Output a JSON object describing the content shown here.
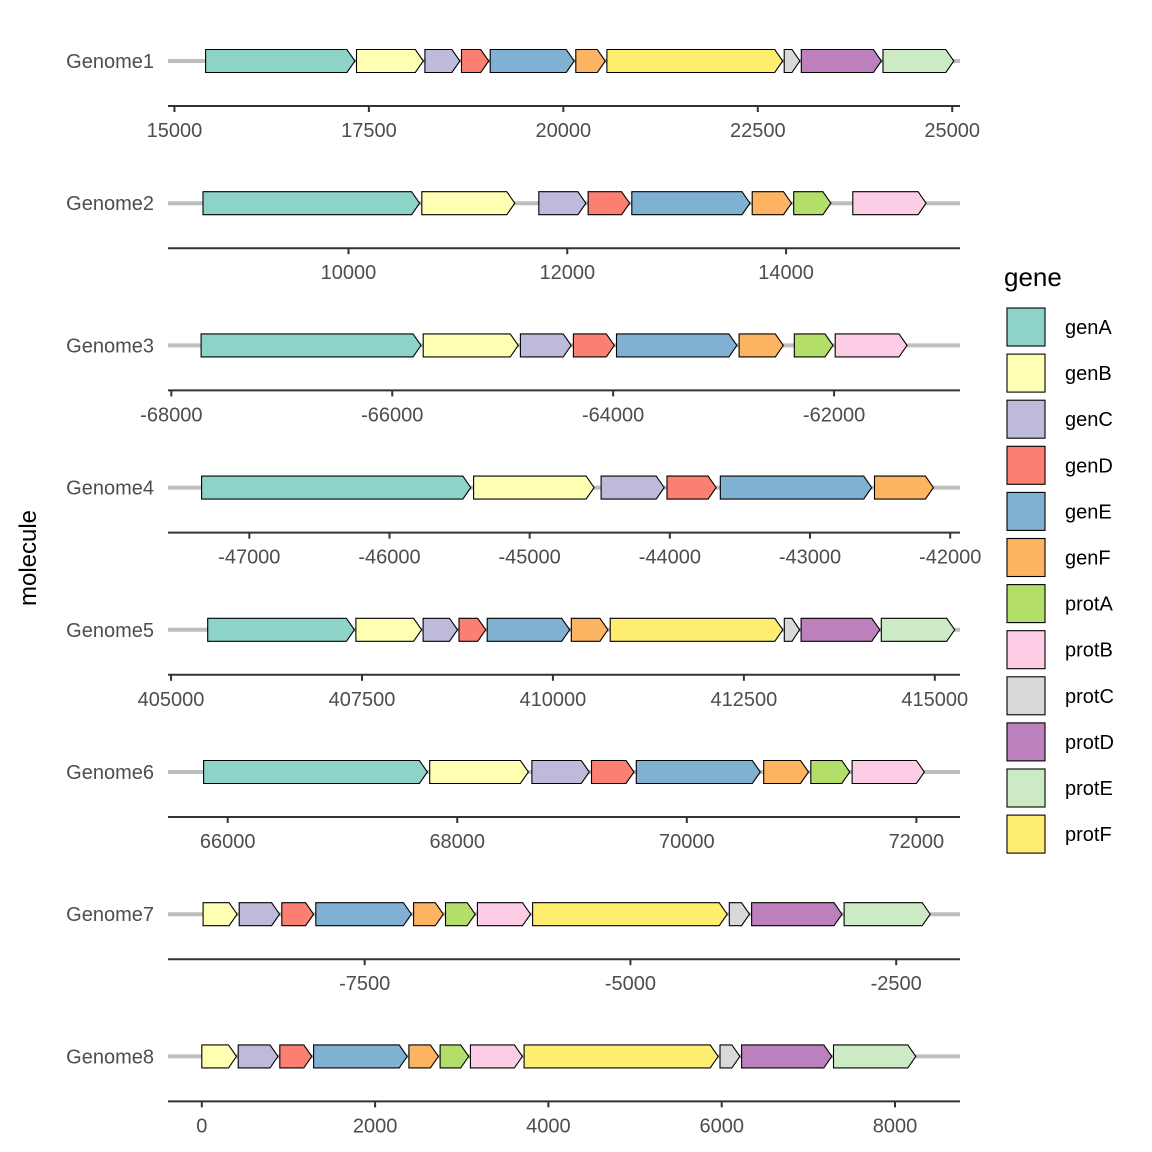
{
  "chart_data": {
    "type": "gene-arrow-map",
    "ylabel": "molecule",
    "legend": {
      "title": "gene",
      "position": "right",
      "entries": [
        {
          "name": "genA",
          "color": "#8DD3C7"
        },
        {
          "name": "genB",
          "color": "#FFFFB3"
        },
        {
          "name": "genC",
          "color": "#BEBADA"
        },
        {
          "name": "genD",
          "color": "#FB8072"
        },
        {
          "name": "genE",
          "color": "#80B1D3"
        },
        {
          "name": "genF",
          "color": "#FDB462"
        },
        {
          "name": "protA",
          "color": "#B3DE69"
        },
        {
          "name": "protB",
          "color": "#FCCDE5"
        },
        {
          "name": "protC",
          "color": "#D9D9D9"
        },
        {
          "name": "protD",
          "color": "#BC80BD"
        },
        {
          "name": "protE",
          "color": "#CCEBC5"
        },
        {
          "name": "protF",
          "color": "#FFED6F"
        }
      ]
    },
    "molecules": [
      {
        "name": "Genome1",
        "xlim": [
          14917,
          25100
        ],
        "ticks": [
          15000,
          17500,
          20000,
          22500,
          25000
        ],
        "tick_labels": [
          "15000",
          "17500",
          "20000",
          "22500",
          "25000"
        ],
        "genes": [
          {
            "gene": "genA",
            "start": 15400,
            "end": 17320
          },
          {
            "gene": "genB",
            "start": 17340,
            "end": 18200
          },
          {
            "gene": "genC",
            "start": 18220,
            "end": 18670
          },
          {
            "gene": "genD",
            "start": 18690,
            "end": 19040
          },
          {
            "gene": "genE",
            "start": 19060,
            "end": 20140
          },
          {
            "gene": "genF",
            "start": 20160,
            "end": 20540
          },
          {
            "gene": "protF",
            "start": 20560,
            "end": 22820
          },
          {
            "gene": "protC",
            "start": 22840,
            "end": 23040
          },
          {
            "gene": "protD",
            "start": 23060,
            "end": 24090
          },
          {
            "gene": "protE",
            "start": 24110,
            "end": 25020
          }
        ]
      },
      {
        "name": "Genome2",
        "xlim": [
          8350,
          15590
        ],
        "ticks": [
          10000,
          12000,
          14000
        ],
        "tick_labels": [
          "10000",
          "12000",
          "14000"
        ],
        "genes": [
          {
            "gene": "genA",
            "start": 8670,
            "end": 10650
          },
          {
            "gene": "genB",
            "start": 10670,
            "end": 11520
          },
          {
            "gene": "genC",
            "start": 11740,
            "end": 12170
          },
          {
            "gene": "genD",
            "start": 12190,
            "end": 12570
          },
          {
            "gene": "genE",
            "start": 12590,
            "end": 13670
          },
          {
            "gene": "genF",
            "start": 13690,
            "end": 14050
          },
          {
            "gene": "protA",
            "start": 14070,
            "end": 14410
          },
          {
            "gene": "protB",
            "start": 14610,
            "end": 15280
          }
        ]
      },
      {
        "name": "Genome3",
        "xlim": [
          -68030,
          -60860
        ],
        "ticks": [
          -68000,
          -66000,
          -64000,
          -62000
        ],
        "tick_labels": [
          "-68000",
          "-66000",
          "-64000",
          "-62000"
        ],
        "genes": [
          {
            "gene": "genA",
            "start": -67730,
            "end": -65740
          },
          {
            "gene": "genB",
            "start": -65720,
            "end": -64860
          },
          {
            "gene": "genC",
            "start": -64840,
            "end": -64380
          },
          {
            "gene": "genD",
            "start": -64360,
            "end": -63990
          },
          {
            "gene": "genE",
            "start": -63970,
            "end": -62880
          },
          {
            "gene": "genF",
            "start": -62860,
            "end": -62460
          },
          {
            "gene": "protA",
            "start": -62360,
            "end": -62010
          },
          {
            "gene": "protB",
            "start": -61990,
            "end": -61340
          }
        ]
      },
      {
        "name": "Genome4",
        "xlim": [
          -47580,
          -41930
        ],
        "ticks": [
          -47000,
          -46000,
          -45000,
          -44000,
          -43000,
          -42000
        ],
        "tick_labels": [
          "-47000",
          "-46000",
          "-45000",
          "-44000",
          "-43000",
          "-42000"
        ],
        "genes": [
          {
            "gene": "genA",
            "start": -47340,
            "end": -45420
          },
          {
            "gene": "genB",
            "start": -45400,
            "end": -44540
          },
          {
            "gene": "genC",
            "start": -44490,
            "end": -44040
          },
          {
            "gene": "genD",
            "start": -44020,
            "end": -43670
          },
          {
            "gene": "genE",
            "start": -43640,
            "end": -42560
          },
          {
            "gene": "genF",
            "start": -42540,
            "end": -42120
          }
        ]
      },
      {
        "name": "Genome5",
        "xlim": [
          404960,
          415330
        ],
        "ticks": [
          405000,
          407500,
          410000,
          412500,
          415000
        ],
        "tick_labels": [
          "405000",
          "407500",
          "410000",
          "412500",
          "415000"
        ],
        "genes": [
          {
            "gene": "genA",
            "start": 405480,
            "end": 407400
          },
          {
            "gene": "genB",
            "start": 407420,
            "end": 408280
          },
          {
            "gene": "genC",
            "start": 408300,
            "end": 408750
          },
          {
            "gene": "genD",
            "start": 408770,
            "end": 409120
          },
          {
            "gene": "genE",
            "start": 409140,
            "end": 410220
          },
          {
            "gene": "genF",
            "start": 410240,
            "end": 410720
          },
          {
            "gene": "protF",
            "start": 410750,
            "end": 413010
          },
          {
            "gene": "protC",
            "start": 413030,
            "end": 413230
          },
          {
            "gene": "protD",
            "start": 413250,
            "end": 414280
          },
          {
            "gene": "protE",
            "start": 414300,
            "end": 415260
          }
        ]
      },
      {
        "name": "Genome6",
        "xlim": [
          65480,
          72380
        ],
        "ticks": [
          66000,
          68000,
          70000,
          72000
        ],
        "tick_labels": [
          "66000",
          "68000",
          "70000",
          "72000"
        ],
        "genes": [
          {
            "gene": "genA",
            "start": 65790,
            "end": 67740
          },
          {
            "gene": "genB",
            "start": 67760,
            "end": 68620
          },
          {
            "gene": "genC",
            "start": 68650,
            "end": 69150
          },
          {
            "gene": "genD",
            "start": 69170,
            "end": 69540
          },
          {
            "gene": "genE",
            "start": 69560,
            "end": 70640
          },
          {
            "gene": "genF",
            "start": 70670,
            "end": 71060
          },
          {
            "gene": "protA",
            "start": 71080,
            "end": 71420
          },
          {
            "gene": "protB",
            "start": 71440,
            "end": 72070
          }
        ]
      },
      {
        "name": "Genome7",
        "xlim": [
          -9350,
          -1900
        ],
        "ticks": [
          -7500,
          -5000,
          -2500
        ],
        "tick_labels": [
          "-7500",
          "-5000",
          "-2500"
        ],
        "genes": [
          {
            "gene": "genB",
            "start": -9020,
            "end": -8700
          },
          {
            "gene": "genC",
            "start": -8680,
            "end": -8300
          },
          {
            "gene": "genD",
            "start": -8280,
            "end": -7980
          },
          {
            "gene": "genE",
            "start": -7960,
            "end": -7060
          },
          {
            "gene": "genF",
            "start": -7040,
            "end": -6760
          },
          {
            "gene": "protA",
            "start": -6740,
            "end": -6460
          },
          {
            "gene": "protB",
            "start": -6440,
            "end": -5940
          },
          {
            "gene": "protF",
            "start": -5920,
            "end": -4090
          },
          {
            "gene": "protC",
            "start": -4070,
            "end": -3880
          },
          {
            "gene": "protD",
            "start": -3860,
            "end": -3010
          },
          {
            "gene": "protE",
            "start": -2990,
            "end": -2180
          }
        ]
      },
      {
        "name": "Genome8",
        "xlim": [
          -390,
          8750
        ],
        "ticks": [
          0,
          2000,
          4000,
          6000,
          8000
        ],
        "tick_labels": [
          "0",
          "2000",
          "4000",
          "6000",
          "8000"
        ],
        "genes": [
          {
            "gene": "genB",
            "start": 0,
            "end": 400
          },
          {
            "gene": "genC",
            "start": 420,
            "end": 880
          },
          {
            "gene": "genD",
            "start": 900,
            "end": 1270
          },
          {
            "gene": "genE",
            "start": 1290,
            "end": 2370
          },
          {
            "gene": "genF",
            "start": 2390,
            "end": 2730
          },
          {
            "gene": "protA",
            "start": 2750,
            "end": 3080
          },
          {
            "gene": "protB",
            "start": 3100,
            "end": 3700
          },
          {
            "gene": "protF",
            "start": 3720,
            "end": 5960
          },
          {
            "gene": "protC",
            "start": 5980,
            "end": 6210
          },
          {
            "gene": "protD",
            "start": 6230,
            "end": 7270
          },
          {
            "gene": "protE",
            "start": 7290,
            "end": 8240
          }
        ]
      }
    ]
  }
}
